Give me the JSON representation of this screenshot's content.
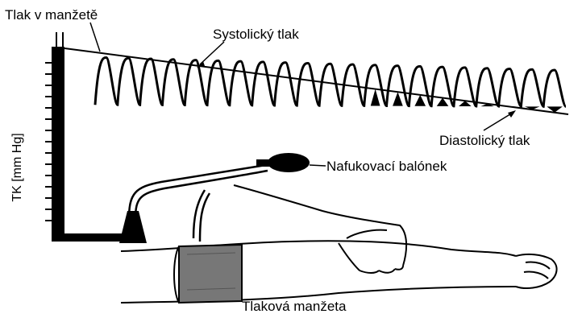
{
  "labels": {
    "cuff_pressure": "Tlak v manžetě",
    "systolic": "Systolický tlak",
    "diastolic": "Diastolický tlak",
    "inflation_bulb": "Nafukovací balónek",
    "y_axis": "TK [mm Hg]",
    "cuff": "Tlaková manžeta"
  },
  "colors": {
    "ink": "#000000",
    "background": "#ffffff"
  },
  "icons": [
    "manometer-column",
    "pressure-waveform",
    "inflation-bulb",
    "hand",
    "forearm",
    "cuff"
  ]
}
